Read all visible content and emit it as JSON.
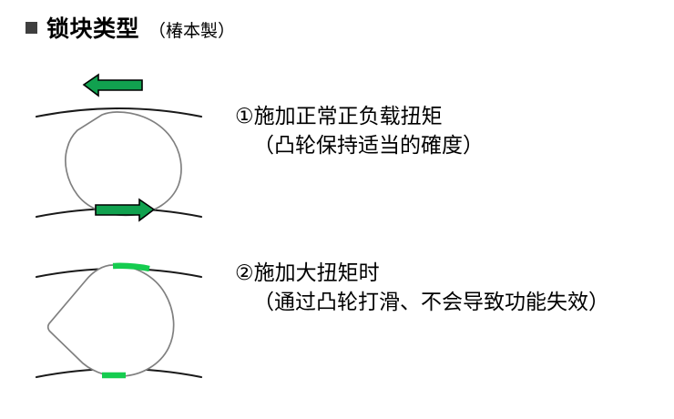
{
  "header": {
    "bullet_icon": "filled-square-bullet",
    "title": "锁块类型",
    "subtitle": "（椿本製）"
  },
  "colors": {
    "bullet": "#3f3f3f",
    "arrow_fill": "#11a14f",
    "arrow_stroke": "#000000",
    "contact_patch": "#15cc4f",
    "rail_stroke": "#1a1a1a",
    "cam_stroke": "#808080",
    "text": "#000000",
    "background": "#ffffff"
  },
  "figures": [
    {
      "id": "figure-normal-load",
      "name": "cam-between-rails-with-arrows",
      "top_rail": "convex-arc",
      "bottom_rail": "convex-arc",
      "cam": "rounded-polygon-upright",
      "arrows": [
        {
          "name": "top-arrow-left",
          "direction": "left"
        },
        {
          "name": "bottom-arrow-right",
          "direction": "right"
        }
      ],
      "contact_patches": []
    },
    {
      "id": "figure-high-torque",
      "name": "cam-between-rails-with-contact-patches",
      "top_rail": "convex-arc",
      "bottom_rail": "convex-arc",
      "cam": "rounded-polygon-rotated",
      "arrows": [],
      "contact_patches": [
        {
          "name": "top-contact-patch",
          "position": "top"
        },
        {
          "name": "bottom-contact-patch",
          "position": "bottom"
        }
      ]
    }
  ],
  "annotations": [
    {
      "id": "annotation-normal-load",
      "marker": "①",
      "line_1": "①施加正常正负载扭矩",
      "line_2": "（凸轮保持适当的確度）"
    },
    {
      "id": "annotation-high-torque",
      "marker": "②",
      "line_1": "②施加大扭矩时",
      "line_2": "（通过凸轮打滑、不会导致功能失效）"
    }
  ]
}
